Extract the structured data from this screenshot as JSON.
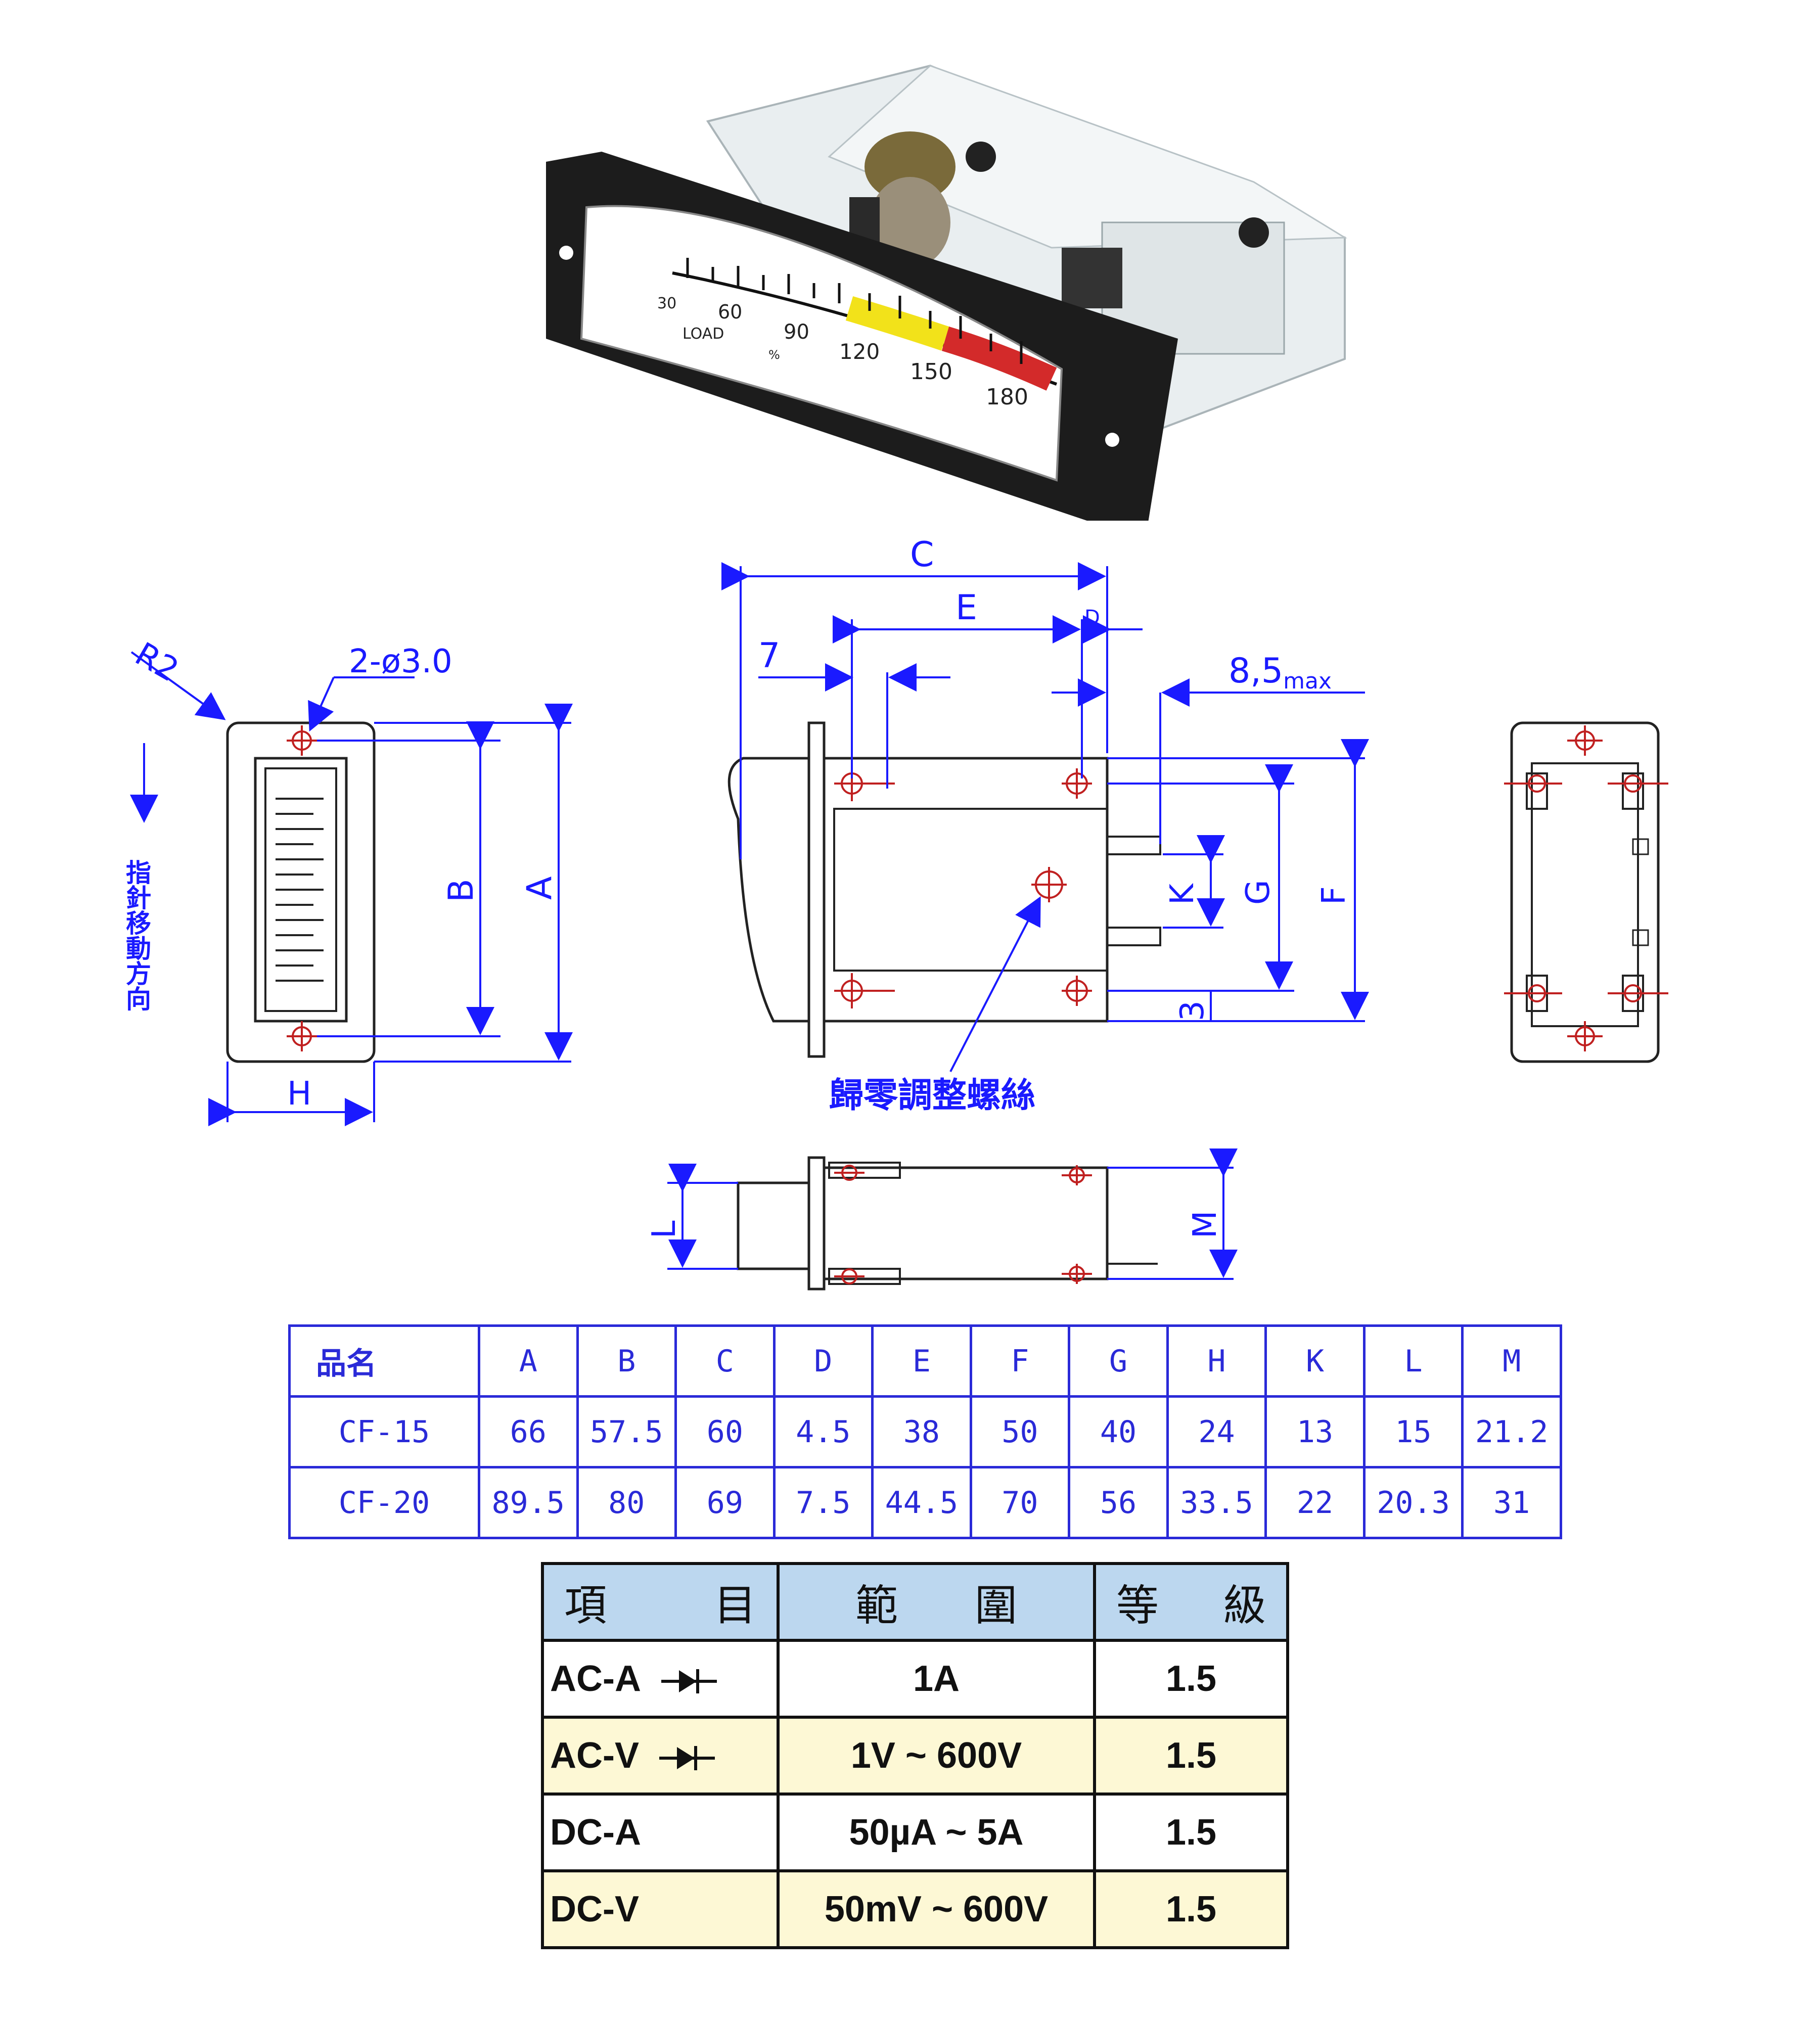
{
  "photo": {
    "scale_labels": [
      "30",
      "60",
      "90",
      "120",
      "150",
      "180"
    ],
    "load_label": "LOAD",
    "percent_label": "%",
    "scale_colors": {
      "yellow": "#f2e21a",
      "red": "#d32a2a",
      "green": "#4aa84a"
    }
  },
  "drawings": {
    "front": {
      "radius": "R2",
      "holes": "2-ø3.0",
      "dim_a": "A",
      "dim_b": "B",
      "dim_h": "H",
      "direction_text": "指針移動方向"
    },
    "side": {
      "dim_c": "C",
      "dim_e": "E",
      "dim_d": "D",
      "dim_7": "7",
      "dim_85": "8,5",
      "dim_85_sub": "max",
      "dim_k": "K",
      "dim_g": "G",
      "dim_f": "F",
      "dim_3": "3",
      "zero_screw": "歸零調整螺絲"
    },
    "bottom": {
      "dim_l": "L",
      "dim_m": "M"
    }
  },
  "dimension_table": {
    "headers": [
      "品名",
      "A",
      "B",
      "C",
      "D",
      "E",
      "F",
      "G",
      "H",
      "K",
      "L",
      "M"
    ],
    "rows": [
      [
        "CF-15",
        "66",
        "57.5",
        "60",
        "4.5",
        "38",
        "50",
        "40",
        "24",
        "13",
        "15",
        "21.2"
      ],
      [
        "CF-20",
        "89.5",
        "80",
        "69",
        "7.5",
        "44.5",
        "70",
        "56",
        "33.5",
        "22",
        "20.3",
        "31"
      ]
    ]
  },
  "spec_table": {
    "header": {
      "item": [
        "項",
        "目"
      ],
      "range": [
        "範",
        "圍"
      ],
      "class": [
        "等",
        "級"
      ]
    },
    "rows": [
      {
        "item": "AC-A",
        "diode": true,
        "range": "1A",
        "class": "1.5"
      },
      {
        "item": "AC-V",
        "diode": true,
        "range": "1V ~ 600V",
        "class": "1.5"
      },
      {
        "item": "DC-A",
        "diode": false,
        "range": "50µA ~ 5A",
        "class": "1.5"
      },
      {
        "item": "DC-V",
        "diode": false,
        "range": "50mV ~ 600V",
        "class": "1.5"
      }
    ]
  }
}
